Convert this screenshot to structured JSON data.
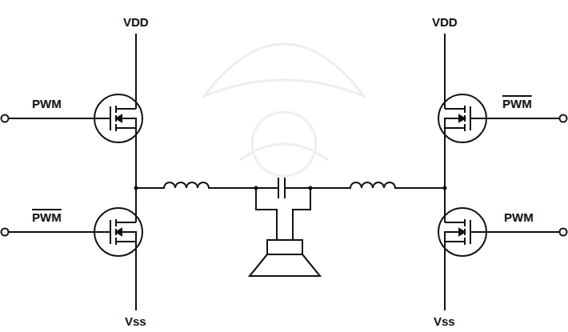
{
  "diagram": {
    "labels": [
      "VDD",
      "VDD",
      "PWM",
      "PWM",
      "PWM",
      "PWM",
      "Vss",
      "Vss"
    ]
  }
}
